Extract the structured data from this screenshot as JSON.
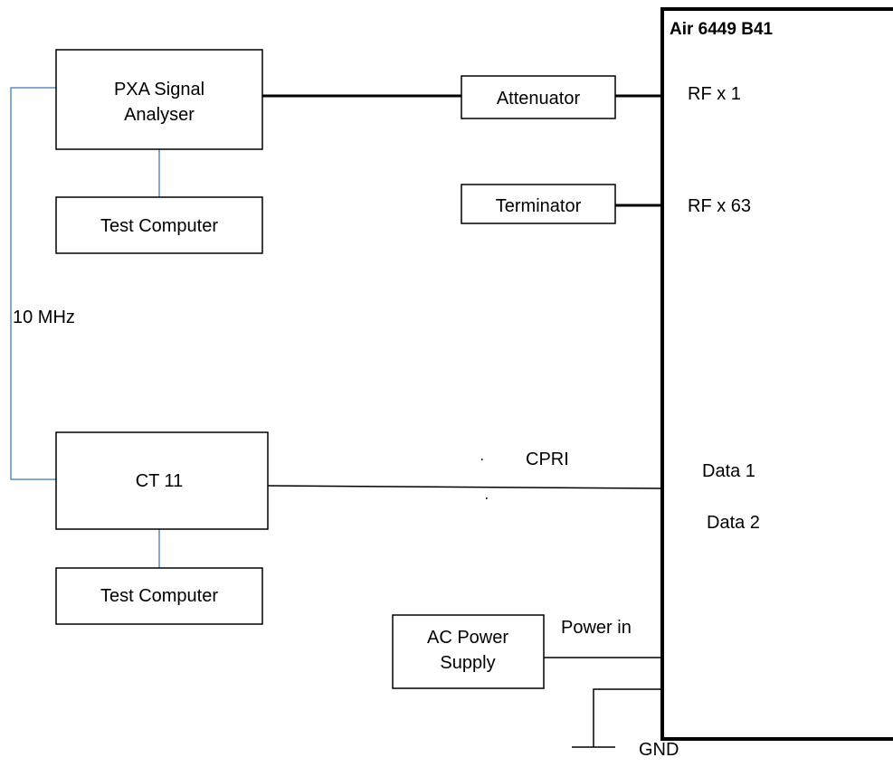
{
  "diagram": {
    "unit": {
      "title": "Air 6449 B41"
    },
    "ports": {
      "rf1": "RF x 1",
      "rf63": "RF x 63",
      "data1": "Data 1",
      "data2": "Data 2",
      "power_in": "Power in"
    },
    "boxes": {
      "pxa_line1": "PXA Signal",
      "pxa_line2": "Analyser",
      "test_computer_top": "Test Computer",
      "attenuator": "Attenuator",
      "terminator": "Terminator",
      "ct11": "CT 11",
      "test_computer_bottom": "Test Computer",
      "ac_line1": "AC Power",
      "ac_line2": "Supply"
    },
    "labels": {
      "ref_clock": "10 MHz",
      "cpri": "CPRI",
      "gnd": "GND"
    },
    "colors": {
      "line": "#000000",
      "sync_link": "#5b8ec4"
    }
  }
}
